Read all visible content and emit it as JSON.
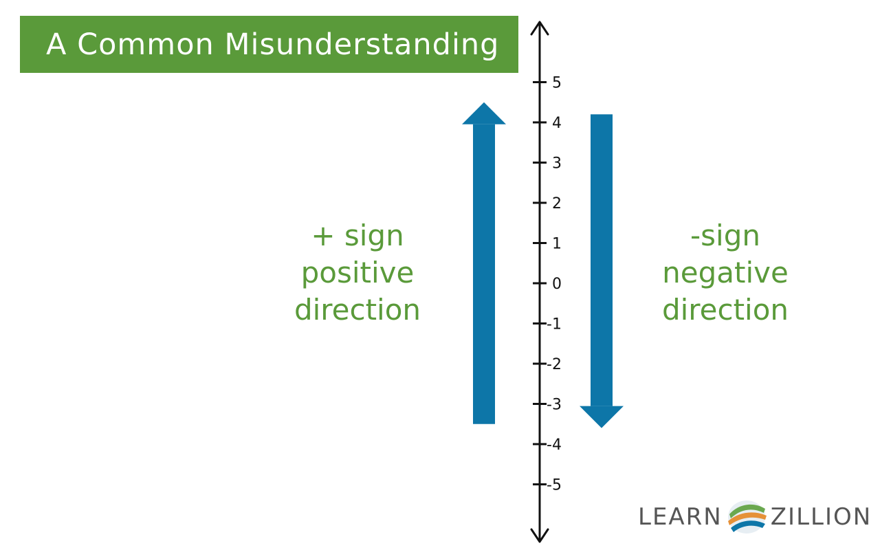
{
  "title": "A Common Misunderstanding",
  "colors": {
    "title_bg": "#5a9a3a",
    "label_green": "#5a9a3a",
    "arrow_blue": "#0d76a8",
    "axis": "#111111",
    "logo_text": "#555555"
  },
  "number_line": {
    "min": -5,
    "max": 5,
    "tick_labels": [
      "5",
      "4",
      "3",
      "2",
      "1",
      "0",
      "-1",
      "-2",
      "-3",
      "-4",
      "-5"
    ]
  },
  "positive_arrow": {
    "from": -3.5,
    "to": 4.5
  },
  "negative_arrow": {
    "from": 4.2,
    "to": -3.6
  },
  "left_label": {
    "line1": "+ sign",
    "line2": "positive",
    "line3": "direction"
  },
  "right_label": {
    "line1": "-sign",
    "line2": "negative",
    "line3": "direction"
  },
  "logo": {
    "left": "LEARN",
    "right": "ZILLION"
  }
}
